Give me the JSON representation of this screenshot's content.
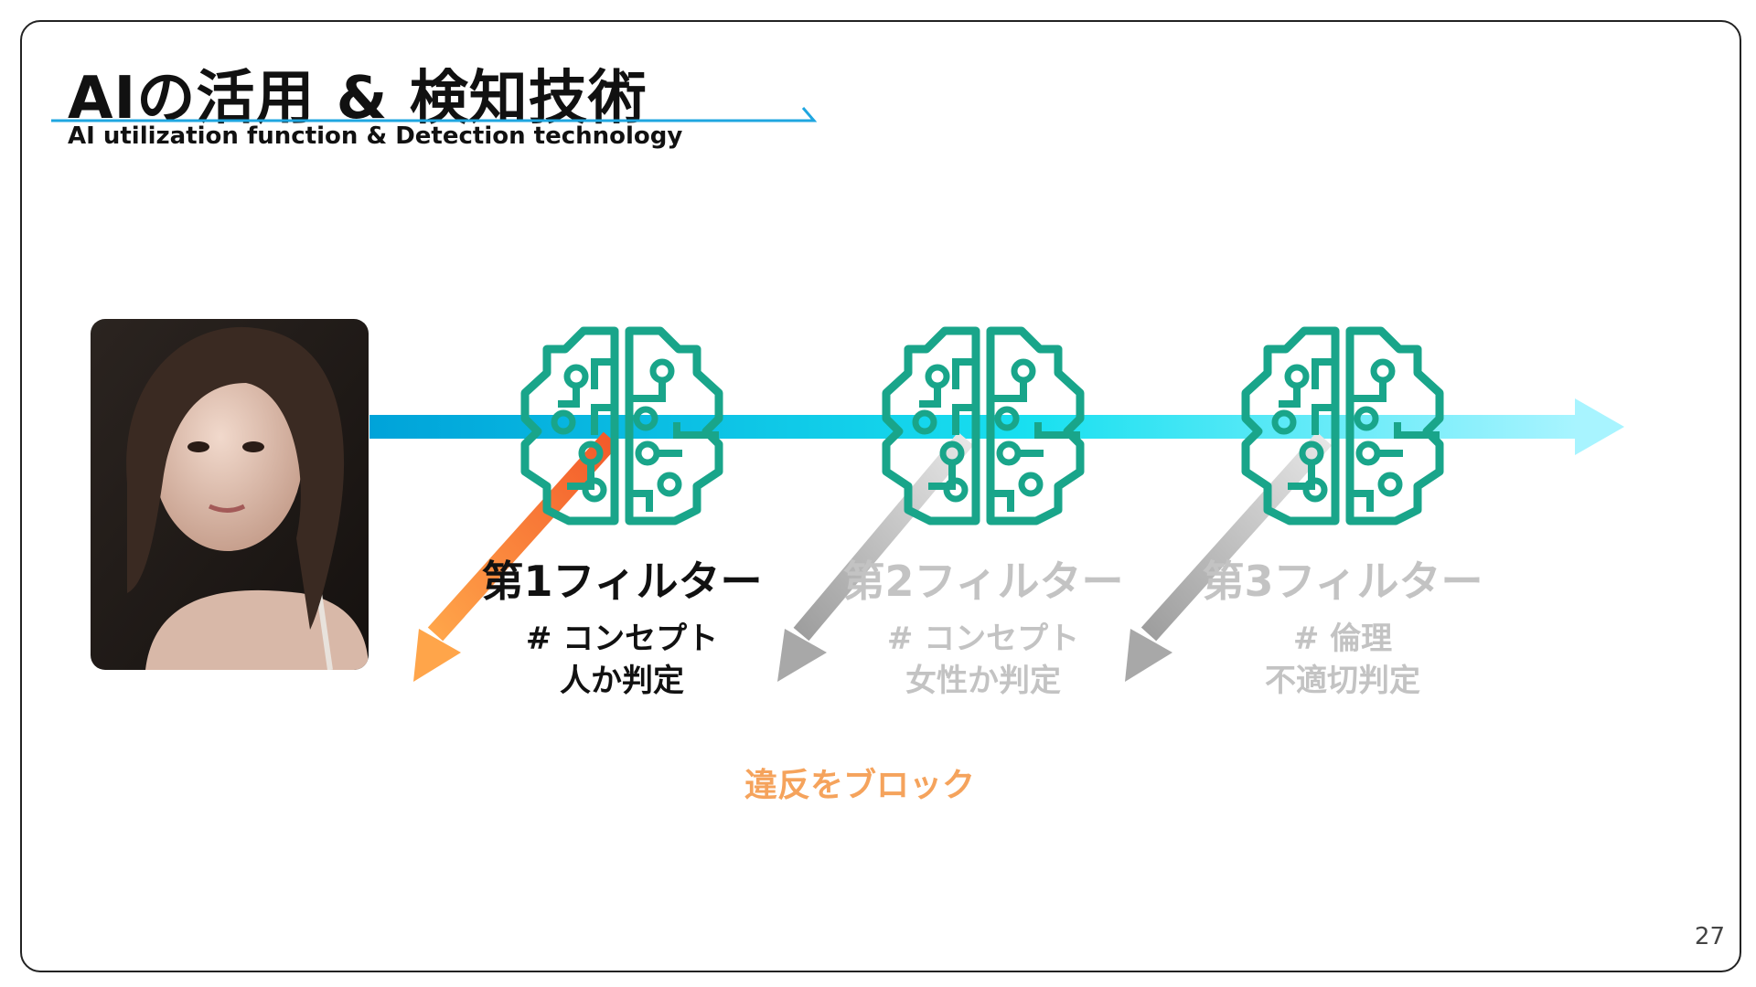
{
  "header": {
    "title": "AIの活用 & 検知技術",
    "subtitle": "AI utilization function & Detection technology"
  },
  "colors": {
    "flow_start": "#00a3d9",
    "flow_mid": "#19e0f0",
    "flow_end": "#a8f4ff",
    "brain": "#19a58a",
    "block_arrow_active": "#f6873d",
    "block_arrow_inactive": "#bdbdbd",
    "block_label": "#f5a35c"
  },
  "photo": {
    "icon": "portrait-photo"
  },
  "filters": [
    {
      "title": "第1フィルター",
      "line1": "# コンセプト",
      "line2": "人か判定"
    },
    {
      "title": "第2フィルター",
      "line1": "# コンセプト",
      "line2": "女性か判定"
    },
    {
      "title": "第3フィルター",
      "line1": "# 倫理",
      "line2": "不適切判定"
    }
  ],
  "block_label": "違反をブロック",
  "page_number": "27"
}
